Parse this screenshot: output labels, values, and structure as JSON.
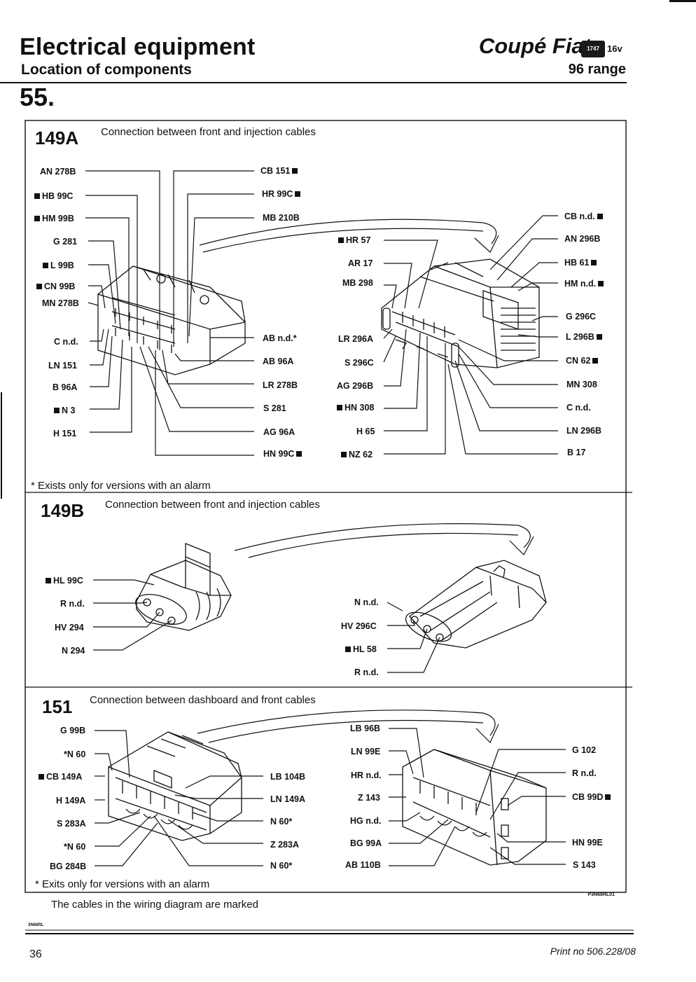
{
  "header": {
    "title": "Electrical equipment",
    "subtitle": "Location of components",
    "brand": "Coupé Fiat",
    "badge_text": "1747",
    "badge_suffix": "16v",
    "range": "96 range",
    "section_number": "55."
  },
  "sections": {
    "s149A": {
      "code": "149A",
      "description": "Connection between front and injection cables",
      "footnote": "* Exists only for versions with an alarm",
      "left_connector_labels": {
        "l1": "AN 278B",
        "l2": "HB 99C",
        "l3": "HM 99B",
        "l4": "G 281",
        "l5": "L 99B",
        "l6": "CN 99B",
        "l7": "MN 278B",
        "l8": "C n.d.",
        "l9": "LN 151",
        "l10": "B 96A",
        "l11": "N 3",
        "l12": "H 151",
        "m1": "CB 151",
        "m2": "HR 99C",
        "m3": "MB 210B",
        "m4": "AB n.d.*",
        "m5": "AB 96A",
        "m6": "LR 278B",
        "m7": "S 281",
        "m8": "AG 96A",
        "m9": "HN 99C"
      },
      "right_connector_labels": {
        "a1": "HR 57",
        "a2": "AR 17",
        "a3": "MB 298",
        "a4": "LR 296A",
        "a5": "S 296C",
        "a6": "AG 296B",
        "a7": "HN 308",
        "a8": "H 65",
        "a9": "NZ 62",
        "r1": "CB n.d.",
        "r2": "AN 296B",
        "r3": "HB 61",
        "r4": "HM n.d.",
        "r5": "G 296C",
        "r6": "L 296B",
        "r7": "CN 62",
        "r8": "MN 308",
        "r9": "C n.d.",
        "r10": "LN 296B",
        "r11": "B 17"
      }
    },
    "s149B": {
      "code": "149B",
      "description": "Connection between front and injection cables",
      "left_labels": {
        "l1": "HL 99C",
        "l2": "R n.d.",
        "l3": "HV 294",
        "l4": "N 294"
      },
      "right_labels": {
        "r1": "N n.d.",
        "r2": "HV 296C",
        "r3": "HL 58",
        "r4": "R n.d."
      }
    },
    "s151": {
      "code": "151",
      "description": "Connection between dashboard and front cables",
      "footnote": "* Exits only for versions with an alarm",
      "left_labels": {
        "l1": "G 99B",
        "l2": "*N 60",
        "l3": "CB 149A",
        "l4": "H 149A",
        "l5": "S 283A",
        "l6": "*N 60",
        "l7": "BG 284B",
        "m1": "LB 104B",
        "m2": "LN 149A",
        "m3": "N 60*",
        "m4": "Z 283A",
        "m5": "N 60*"
      },
      "right_labels": {
        "a1": "LB 96B",
        "a2": "LN 99E",
        "a3": "HR n.d.",
        "a4": "Z 143",
        "a5": "HG n.d.",
        "a6": "BG 99A",
        "a7": "AB 110B",
        "r1": "G 102",
        "r2": "R n.d.",
        "r3": "CB 99D",
        "r4": "HN 99E",
        "r5": "S 143"
      }
    }
  },
  "footer": {
    "marked_note": "The cables in the wiring diagram are marked",
    "doc_code": "3N68RL",
    "diagram_code": "P3N68RL01",
    "page_number": "36",
    "print_number": "Print no 506.228/08"
  }
}
